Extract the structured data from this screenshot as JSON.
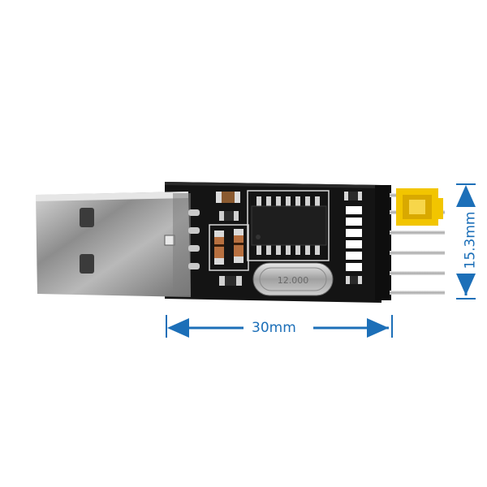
{
  "dimensions": {
    "width_text": "30mm",
    "height_text": "15.3mm"
  },
  "components": {
    "crystal_marking": "12.000"
  },
  "colors": {
    "dimension_blue": "#1c6fb8",
    "board_black": "#121212",
    "jumper_yellow": "#f2c500",
    "usb_metal": "#9a9a9a",
    "pin_metal": "#bdbdbd"
  }
}
